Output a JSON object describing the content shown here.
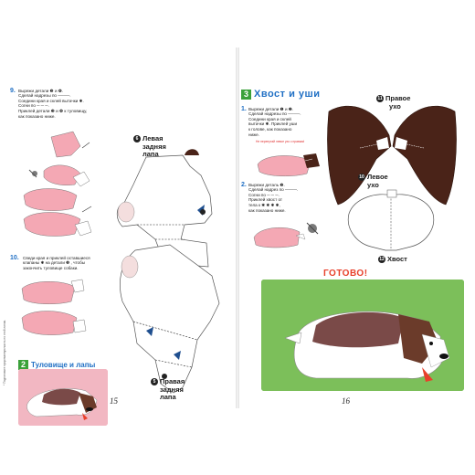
{
  "left_page": {
    "page_number": "15",
    "side_note": "* Подготовьте прорезанную часть по этой линии.",
    "step9": {
      "number": "9.",
      "lines": [
        "Вырежи детали ❸ и ❹.",
        "Сделай надрезы по ────.",
        "Соедини края и склей вытачки ✱.",
        "Согни по ─ ─ ─.",
        "Приклей детали ❸ и ❹ к туловищу,",
        "как показано ниже."
      ]
    },
    "step10": {
      "number": "10.",
      "lines": [
        "Сведи края и приклей оставшиеся",
        "клапаны ✱ на детали ❸ , чтобы",
        "закончить туловище собаки."
      ]
    },
    "section2": {
      "number": "2",
      "title": "Туловище и лапы"
    },
    "parts": {
      "left_hind_leg": {
        "num": "6",
        "label_lines": [
          "Левая",
          "задняя",
          "лапа"
        ]
      },
      "right_hind_leg": {
        "num": "5",
        "label_lines": [
          "Правая",
          "задняя",
          "лапа"
        ]
      }
    }
  },
  "right_page": {
    "page_number": "16",
    "section3": {
      "number": "3",
      "title": "Хвост и уши"
    },
    "step1": {
      "number": "1.",
      "lines": [
        "Вырежи детали ❶ и ❷.",
        "Сделай надрезы по ────.",
        "Соедини края и склей",
        "вытачки ✱. Приклей уши",
        "к голове, как показано",
        "ниже."
      ]
    },
    "red_note": "Не перепутай левое ухо с правым!",
    "step2": {
      "number": "2.",
      "lines": [
        "Вырежи деталь ❸.",
        "Сделай надрез по ────.",
        "Согни по ─ ─ ─.",
        "Приклей хвост от",
        "тела к ✱ ✱ ✱ ✱,",
        "как показано ниже."
      ]
    },
    "parts": {
      "right_ear": {
        "num": "11",
        "label_lines": [
          "Правое",
          "ухо"
        ]
      },
      "left_ear": {
        "num": "10",
        "label_lines": [
          "Левое",
          "ухо"
        ]
      },
      "tail": {
        "num": "12",
        "label_lines": [
          "Хвост"
        ]
      }
    },
    "done_label": "ГОТОВО!"
  },
  "colors": {
    "ear_brown": "#4a2318",
    "pink": "#f4a8b4",
    "green": "#3aa13a",
    "blue_heading": "#1f6fc4",
    "photo_bg": "#7cbf5a",
    "red": "#e8402b"
  }
}
